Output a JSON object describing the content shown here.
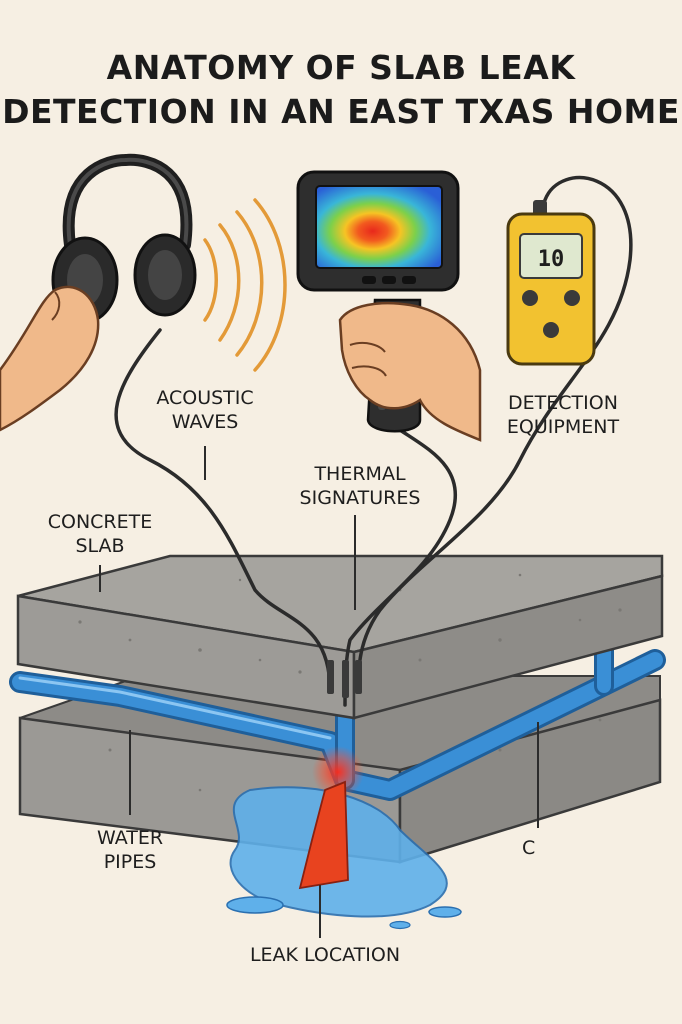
{
  "title": {
    "line1": "ANATOMY OF SLAB LEAK",
    "line2": "DETECTION IN AN EAST TXAS HOME"
  },
  "labels": {
    "acoustic": [
      "ACOUSTIC",
      "WAVES"
    ],
    "detection": [
      "DETECTION",
      "EQUIPMENT"
    ],
    "thermal": [
      "THERMAL",
      "SIGNATURES"
    ],
    "concrete": [
      "CONCRETE",
      "SLAB"
    ],
    "pipes": [
      "WATER",
      "PIPES"
    ],
    "leak": "LEAK LOCATION",
    "garbled": "C  "
  },
  "meter": {
    "display": "10"
  },
  "colors": {
    "background": "#f6efe3",
    "concrete": "#9b9995",
    "pipe": "#3a8fd6",
    "water": "#5fb0ea",
    "leak": "#e8431f",
    "meter_body": "#f2c230",
    "wave": "#e39a38"
  },
  "icons": [
    "headphones-icon",
    "thermal-camera-icon",
    "moisture-meter-icon",
    "hand-icon"
  ]
}
